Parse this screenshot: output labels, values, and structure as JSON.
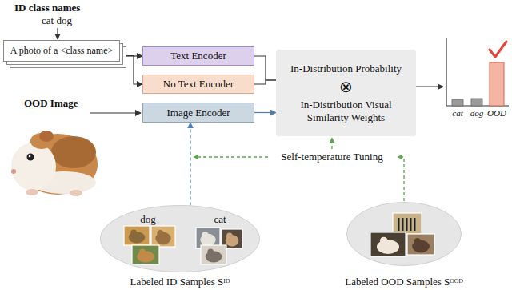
{
  "diagram": {
    "nodes": [
      {
        "text": [
          "A photo of a <class name>"
        ]
      },
      {
        "text": [
          "Text Encoder"
        ]
      },
      {
        "text": [
          "No Text Encoder"
        ]
      },
      {
        "text": [
          "Image Encoder"
        ]
      },
      {
        "text": [
          "In-Distribution Probability",
          "⊗",
          "In-Distribution Visual Similarity Weights"
        ]
      },
      {
        "text": [
          "dog",
          "cat",
          "Labeled ID Samples Sᴵᴰ"
        ]
      },
      {
        "text": [
          "Labeled OOD Samples Sᴼᴼᴰ"
        ]
      }
    ],
    "edges": [
      {
        "from": 0,
        "to": 1,
        "arrow": "to"
      },
      {
        "from": 0,
        "to": 2,
        "arrow": "to"
      },
      {
        "from": 1,
        "to": 4,
        "arrow": "none"
      },
      {
        "from": 2,
        "to": 4,
        "arrow": "none"
      },
      {
        "from": 3,
        "to": 4,
        "arrow": "to"
      },
      {
        "from": 5,
        "to": 3,
        "arrow": "to"
      }
    ],
    "labels": [
      "ID class names",
      "cat dog",
      "OOD Image",
      "Self-temperature Tuning",
      "cat",
      "dog",
      "OOD"
    ]
  }
}
